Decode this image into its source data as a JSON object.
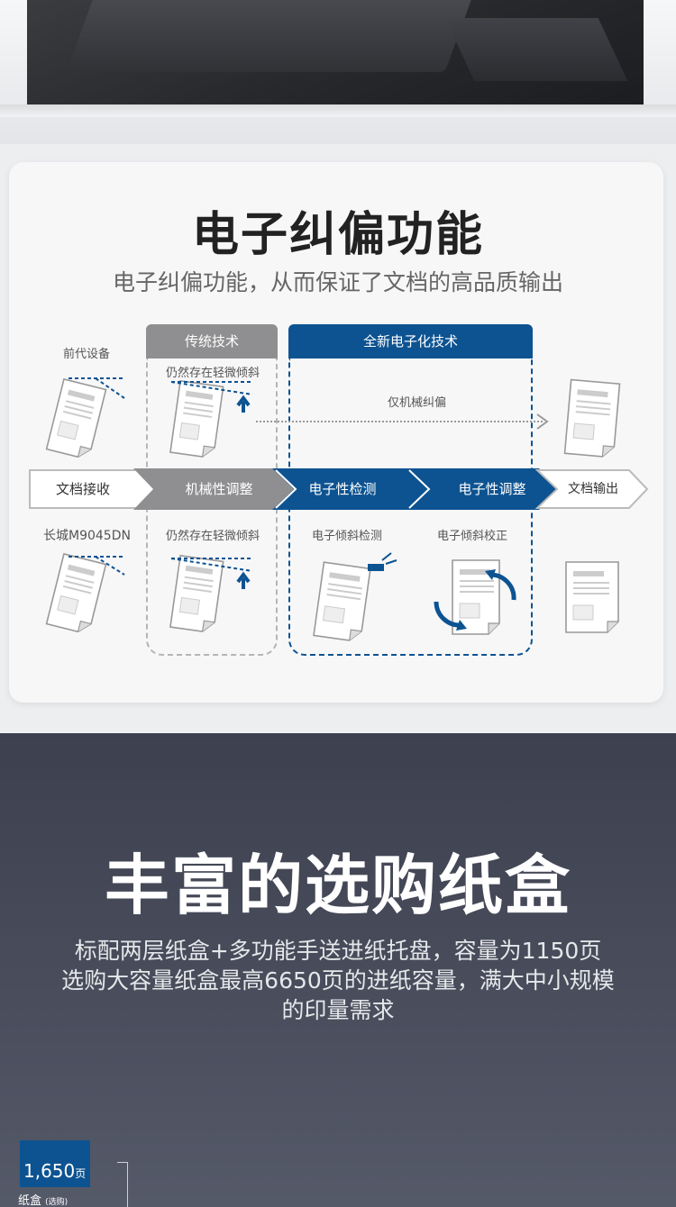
{
  "section1": {
    "title": "电子纠偏功能",
    "subtitle": "电子纠偏功能，从而保证了文档的高品质输出",
    "headers": {
      "traditional": "传统技术",
      "new_tech": "全新电子化技术"
    },
    "row_top": {
      "device": "前代设备",
      "traditional_note": "仍然存在轻微倾斜",
      "mechanical_only": "仅机械纠偏"
    },
    "row_bottom": {
      "device": "长城M9045DN",
      "traditional_note": "仍然存在轻微倾斜",
      "detect_note": "电子倾斜检测",
      "correct_note": "电子倾斜校正"
    },
    "flow": [
      "文档接收",
      "机械性调整",
      "电子性检测",
      "电子性调整",
      "文档输出"
    ],
    "colors": {
      "blue": "#0d5391",
      "grey": "#8f8f91"
    }
  },
  "section2": {
    "title": "丰富的选购纸盒",
    "desc_lines": [
      "标配两层纸盒+多功能手送进纸托盘，容量为1150页",
      "选购大容量纸盒最高6650页的进纸容量，满大中小规模",
      "的印量需求"
    ],
    "tray": {
      "value": "1,650",
      "unit": "页",
      "label": "纸盒",
      "note": "(选购)"
    }
  }
}
